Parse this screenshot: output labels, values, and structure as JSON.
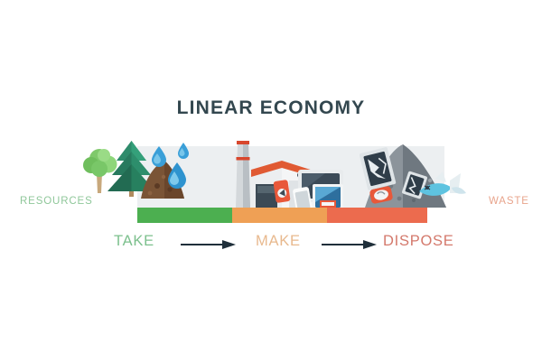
{
  "title": "LINEAR ECONOMY",
  "labels": {
    "resources": "RESOURCES",
    "waste": "WASTE"
  },
  "steps": [
    {
      "word": "TAKE",
      "bar_color": "#4caf50",
      "text_color": "#7cc08d"
    },
    {
      "word": "MAKE",
      "bar_color": "#efa055",
      "text_color": "#e8b98e"
    },
    {
      "word": "DISPOSE",
      "bar_color": "#ec6b4e",
      "text_color": "#d4796c"
    }
  ],
  "colors": {
    "title": "#33474f",
    "panel": "#eceff1",
    "resources_label": "#8fc79a",
    "waste_label": "#e8a48c",
    "arrow": "#1f2f3a",
    "background": "#ffffff"
  },
  "scenes": {
    "take": {
      "name": "nature-resources",
      "items": [
        "deciduous-tree",
        "pine-tree",
        "soil-mound",
        "water-drops"
      ]
    },
    "make": {
      "name": "factory-production",
      "items": [
        "smokestack",
        "factory-building",
        "monitor",
        "tablet",
        "smartphone"
      ]
    },
    "dispose": {
      "name": "waste-pile",
      "items": [
        "rubble-heap",
        "broken-screen",
        "dead-fish",
        "discarded-object"
      ]
    }
  }
}
